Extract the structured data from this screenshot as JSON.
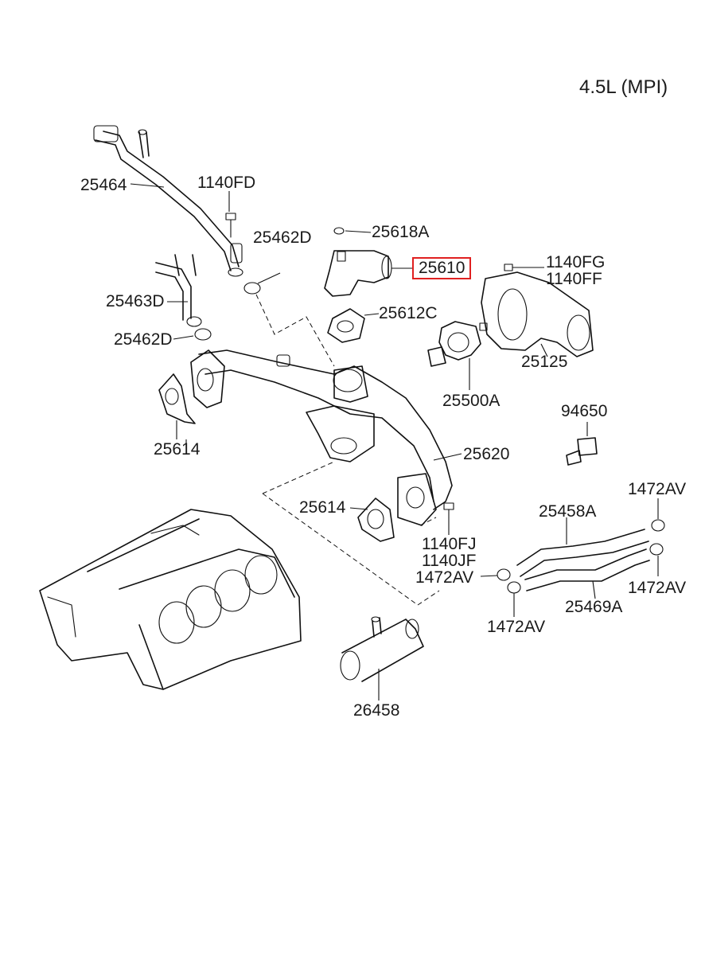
{
  "title": "4.5L (MPI)",
  "highlight_color": "#e02020",
  "labels": {
    "p25464": "25464",
    "p1140FD": "1140FD",
    "p25462D_top": "25462D",
    "p25618A": "25618A",
    "p25610": "25610",
    "p1140FG": "1140FG",
    "p1140FF": "1140FF",
    "p25463D": "25463D",
    "p25612C": "25612C",
    "p25462D_low": "25462D",
    "p25125": "25125",
    "p25500A": "25500A",
    "p94650": "94650",
    "p25614_left": "25614",
    "p25620": "25620",
    "p1472AV_tr": "1472AV",
    "p25614_mid": "25614",
    "p25458A": "25458A",
    "p1140FJ": "1140FJ",
    "p1140JF": "1140JF",
    "p1472AV_l": "1472AV",
    "p1472AV_r": "1472AV",
    "p25469A": "25469A",
    "p1472AV_b": "1472AV",
    "p26458": "26458"
  }
}
